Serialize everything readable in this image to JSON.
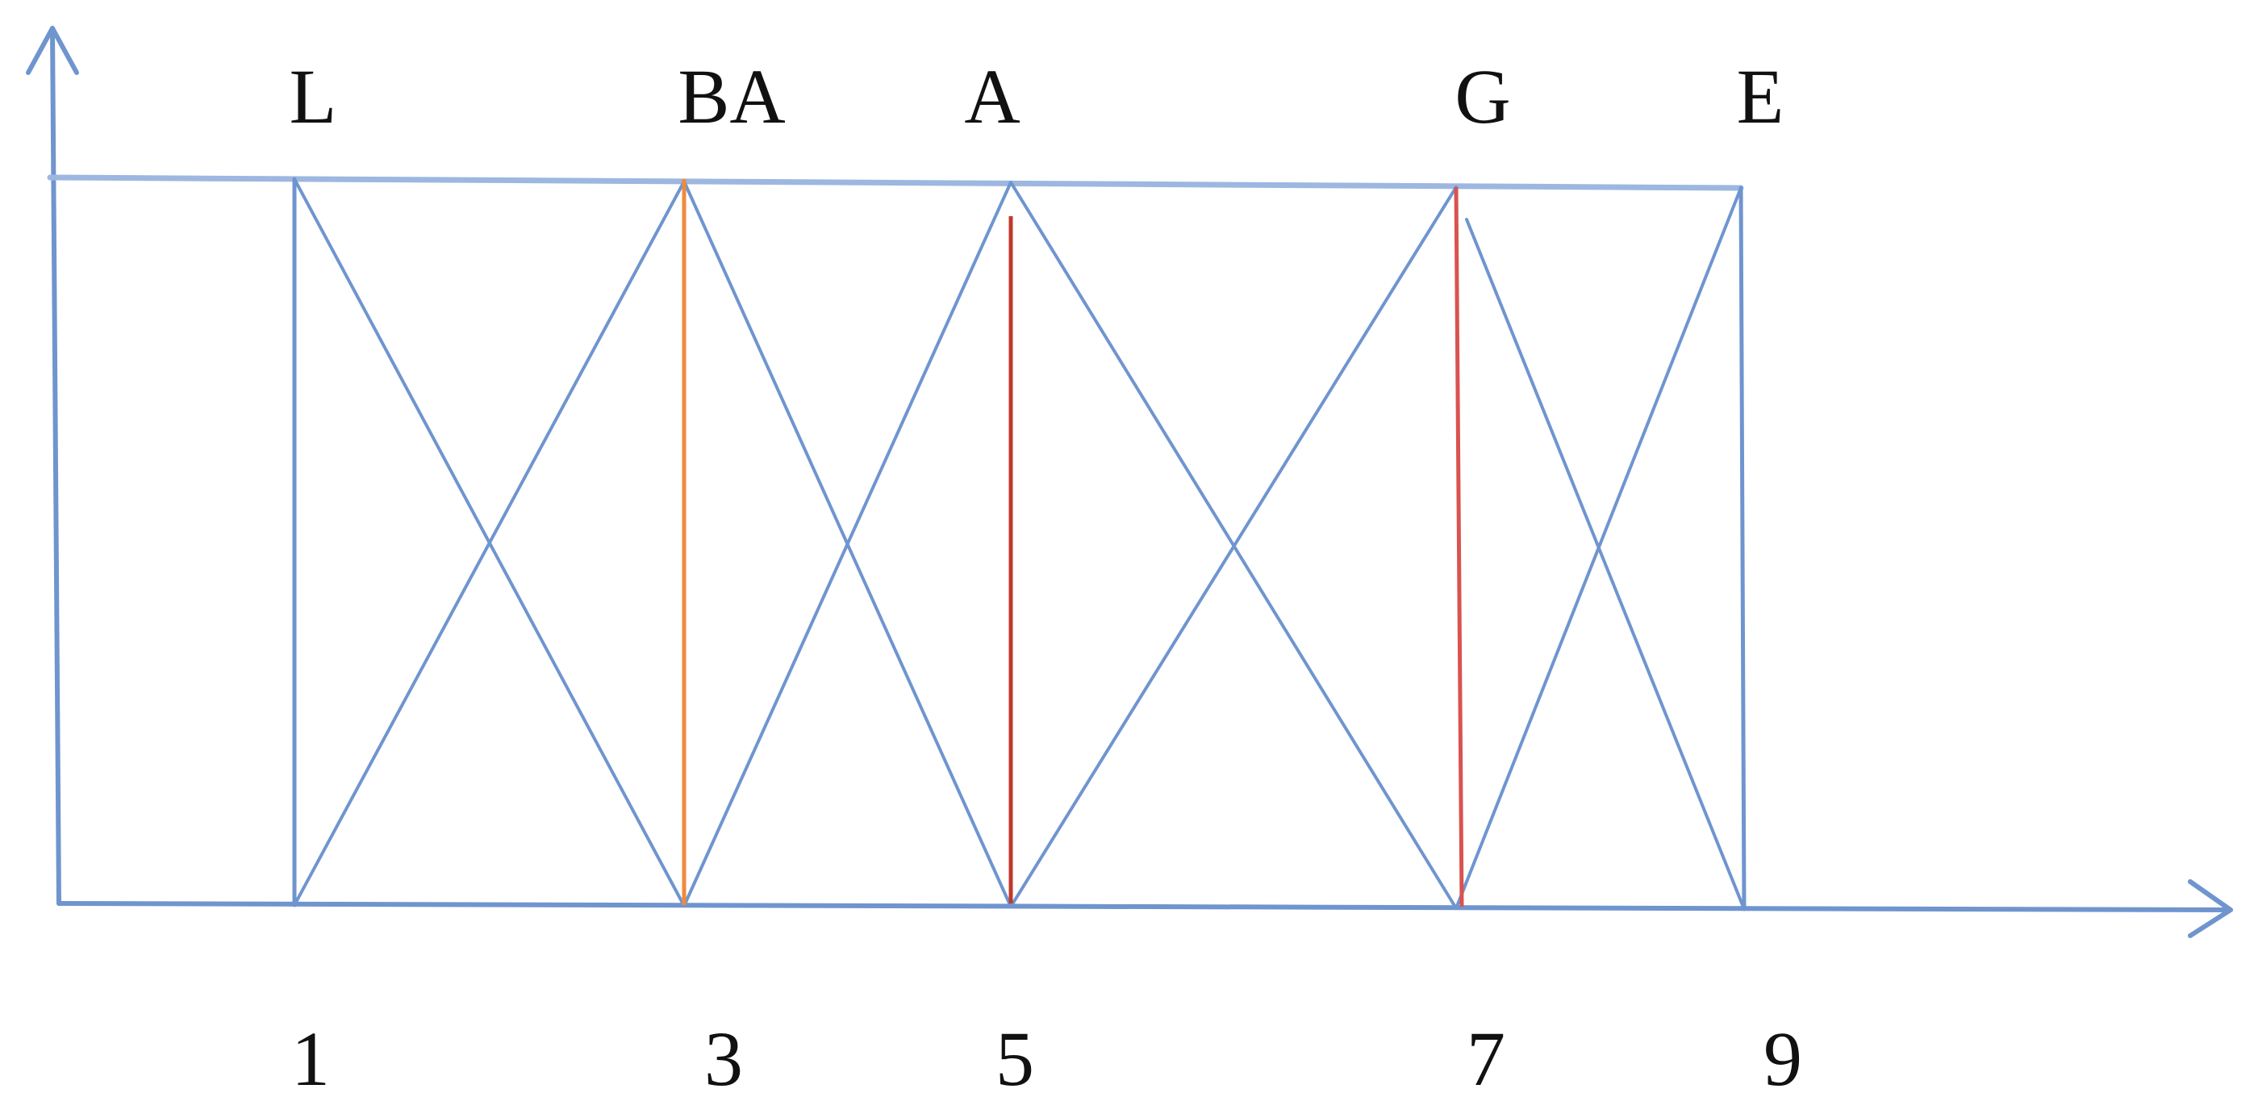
{
  "top_labels": [
    "L",
    "BA",
    "A",
    "G",
    "E"
  ],
  "bottom_labels": [
    "1",
    "3",
    "5",
    "7",
    "9"
  ],
  "colors": {
    "frame": "#6f95cf",
    "marker_ba": "#f08a3c",
    "marker_a": "#c0392b",
    "marker_g": "#d9534f",
    "text": "#111111"
  }
}
